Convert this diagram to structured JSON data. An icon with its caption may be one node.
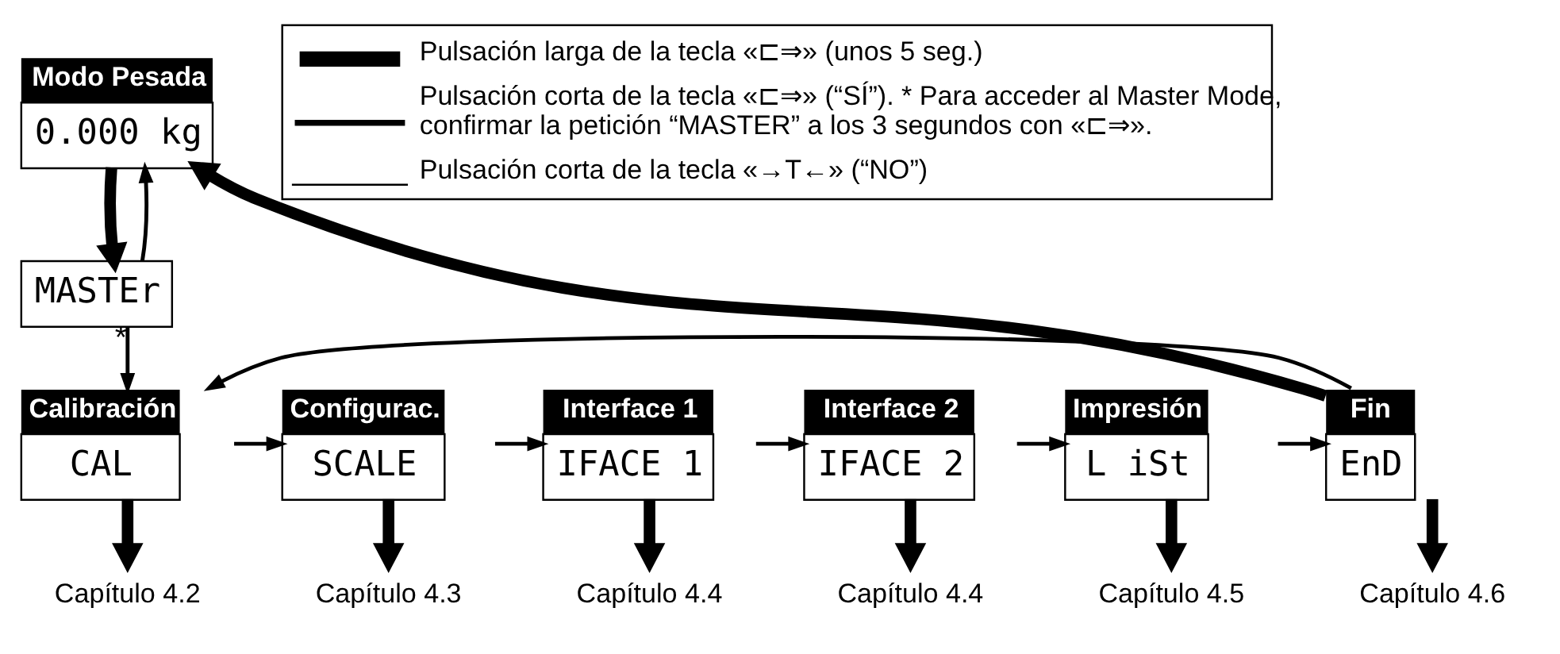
{
  "diagram": {
    "nodes": [
      {
        "text": [
          "Modo Pesada",
          "0.000 kg"
        ]
      },
      {
        "text": [
          "MASTEr"
        ]
      },
      {
        "text": [
          "Calibración",
          "CAL"
        ]
      },
      {
        "text": [
          "Configurac.",
          "SCALE"
        ]
      },
      {
        "text": [
          "Interface 1",
          "IFACE 1"
        ]
      },
      {
        "text": [
          "Interface 2",
          "IFACE 2"
        ]
      },
      {
        "text": [
          "Impresión",
          "L iSt"
        ]
      },
      {
        "text": [
          "Fin",
          "EnD"
        ]
      },
      {
        "text": [
          "Capítulo 4.2"
        ]
      },
      {
        "text": [
          "Capítulo 4.3"
        ]
      },
      {
        "text": [
          "Capítulo 4.4"
        ]
      },
      {
        "text": [
          "Capítulo 4.4"
        ]
      },
      {
        "text": [
          "Capítulo 4.5"
        ]
      },
      {
        "text": [
          "Capítulo 4.6"
        ]
      }
    ],
    "edges": [
      {
        "from": 0,
        "to": 1,
        "arrow": "to",
        "style": "thick"
      },
      {
        "from": 1,
        "to": 0,
        "arrow": "to"
      },
      {
        "from": 1,
        "to": 2,
        "arrow": "to",
        "label": "*"
      },
      {
        "from": 2,
        "to": 3,
        "arrow": "to"
      },
      {
        "from": 3,
        "to": 4,
        "arrow": "to"
      },
      {
        "from": 4,
        "to": 5,
        "arrow": "to"
      },
      {
        "from": 5,
        "to": 6,
        "arrow": "to"
      },
      {
        "from": 6,
        "to": 7,
        "arrow": "to"
      },
      {
        "from": 7,
        "to": 2,
        "arrow": "to"
      },
      {
        "from": 7,
        "to": 0,
        "arrow": "to",
        "style": "thick"
      },
      {
        "from": 2,
        "to": 8,
        "arrow": "to",
        "style": "thick"
      },
      {
        "from": 3,
        "to": 9,
        "arrow": "to",
        "style": "thick"
      },
      {
        "from": 4,
        "to": 10,
        "arrow": "to",
        "style": "thick"
      },
      {
        "from": 5,
        "to": 11,
        "arrow": "to",
        "style": "thick"
      },
      {
        "from": 6,
        "to": 12,
        "arrow": "to",
        "style": "thick"
      },
      {
        "from": 7,
        "to": 13,
        "arrow": "to",
        "style": "thick"
      }
    ],
    "legend": [
      {
        "text": "Pulsación larga de la tecla «⊏⇒» (unos 5 seg.)"
      },
      {
        "text": "Pulsación corta de la tecla «⊏⇒» (“SÍ”). * Para acceder al Master Mode, confirmar la petición “MASTER” a los 3 segundos con «⊏⇒»."
      },
      {
        "text": "Pulsación corta de la tecla «→T←» (“NO”)"
      }
    ]
  }
}
